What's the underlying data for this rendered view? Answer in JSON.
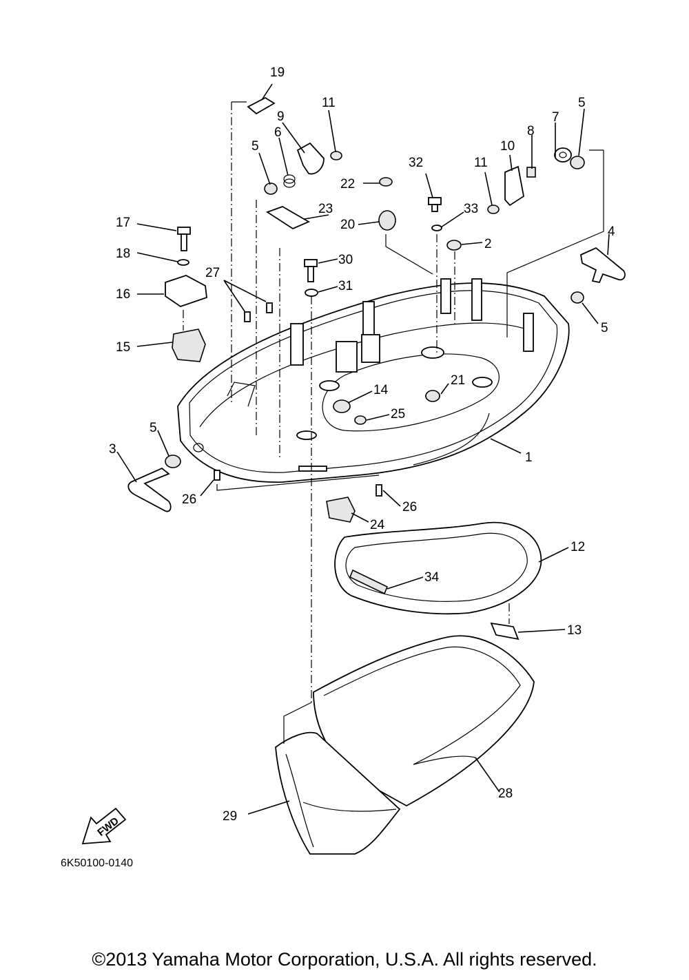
{
  "diagram_code": "6K50100-0140",
  "fwd_label": "FWD",
  "copyright": "©2013 Yamaha Motor Corporation, U.S.A. All rights reserved.",
  "callouts": {
    "c1": "1",
    "c2": "2",
    "c3": "3",
    "c4": "4",
    "c5a": "5",
    "c5b": "5",
    "c5c": "5",
    "c5d": "5",
    "c6": "6",
    "c7": "7",
    "c8": "8",
    "c9": "9",
    "c10": "10",
    "c11a": "11",
    "c11b": "11",
    "c12": "12",
    "c13": "13",
    "c14": "14",
    "c15": "15",
    "c16": "16",
    "c17": "17",
    "c18": "18",
    "c19": "19",
    "c20": "20",
    "c21": "21",
    "c22": "22",
    "c23": "23",
    "c24": "24",
    "c25": "25",
    "c26a": "26",
    "c26b": "26",
    "c27": "27",
    "c28": "28",
    "c29": "29",
    "c30": "30",
    "c31": "31",
    "c32": "32",
    "c33": "33",
    "c34": "34"
  }
}
